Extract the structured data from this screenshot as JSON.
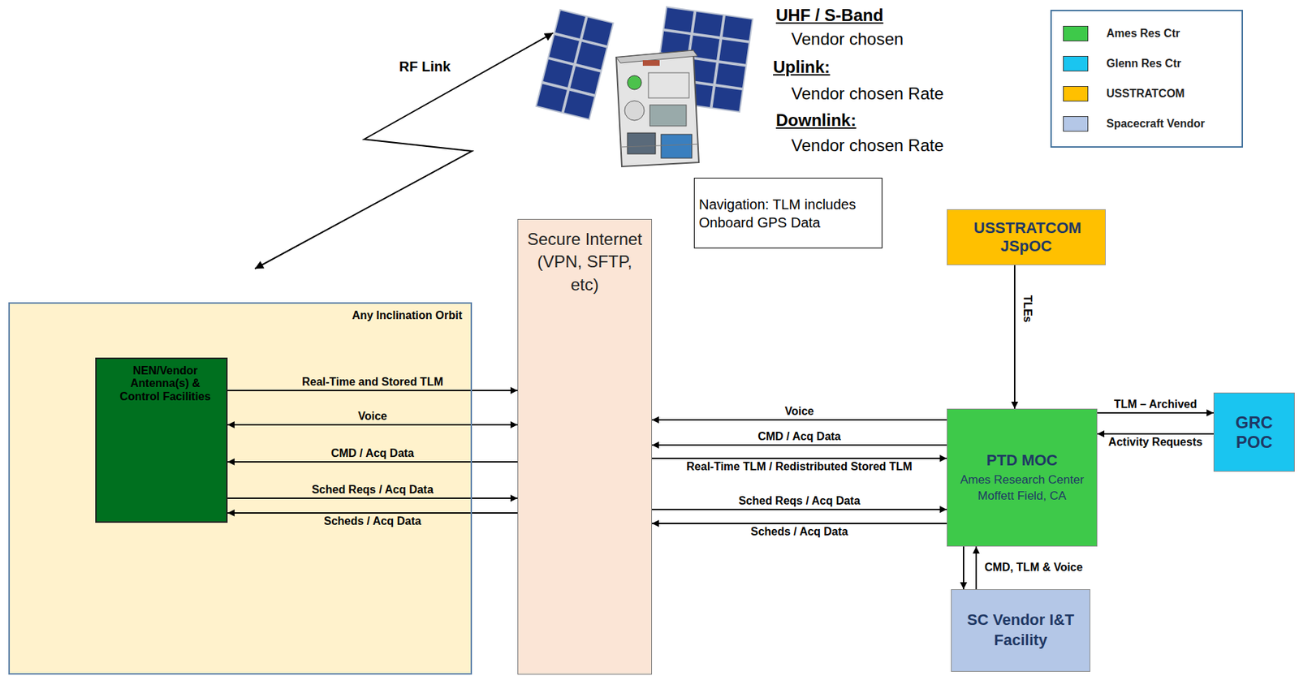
{
  "diagram": {
    "nodes": [
      {
        "text": [
          "Any Inclination Orbit"
        ]
      },
      {
        "text": [
          "NEN/Vendor Antenna(s) & Control Facilities"
        ],
        "in": 0
      },
      {
        "text": [
          "Secure Internet (VPN, SFTP, etc)"
        ]
      },
      {
        "text": [
          "USSTRATCOM JSpOC"
        ]
      },
      {
        "text": [
          "PTD MOC",
          "Ames Research Center Moffett Field, CA"
        ]
      },
      {
        "text": [
          "GRC POC"
        ]
      },
      {
        "text": [
          "SC Vendor I&T Facility"
        ]
      },
      {
        "text": [
          "Navigation: TLM includes Onboard GPS Data"
        ]
      }
    ],
    "edges": [
      {
        "from": 1,
        "to": 2,
        "arrow": "to",
        "label": "Real-Time and Stored TLM"
      },
      {
        "from": 1,
        "to": 2,
        "arrow": "both",
        "label": "Voice"
      },
      {
        "from": 2,
        "to": 1,
        "arrow": "to",
        "label": "CMD / Acq Data"
      },
      {
        "from": 1,
        "to": 2,
        "arrow": "to",
        "label": "Sched Reqs /  Acq Data"
      },
      {
        "from": 2,
        "to": 1,
        "arrow": "to",
        "label": "Scheds / Acq Data"
      },
      {
        "from": 4,
        "to": 2,
        "arrow": "to",
        "label": "Voice"
      },
      {
        "from": 4,
        "to": 2,
        "arrow": "to",
        "label": "CMD / Acq Data"
      },
      {
        "from": 2,
        "to": 4,
        "arrow": "to",
        "label": "Real-Time TLM / Redistributed Stored TLM"
      },
      {
        "from": 2,
        "to": 4,
        "arrow": "to",
        "label": "Sched Reqs /  Acq Data"
      },
      {
        "from": 4,
        "to": 2,
        "arrow": "to",
        "label": "Scheds / Acq Data"
      },
      {
        "from": 3,
        "to": 4,
        "arrow": "to",
        "label": "TLEs"
      },
      {
        "from": 4,
        "to": 5,
        "arrow": "to",
        "label": "TLM – Archived"
      },
      {
        "from": 5,
        "to": 4,
        "arrow": "to",
        "label": "Activity Requests"
      },
      {
        "from": 4,
        "to": 6,
        "arrow": "to"
      },
      {
        "from": 6,
        "to": 4,
        "arrow": "to",
        "label": "CMD, TLM & Voice"
      }
    ],
    "labels": [
      "RF Link",
      "UHF / S-Band",
      "Vendor chosen",
      "Uplink:",
      "Vendor chosen Rate",
      "Downlink:",
      "Vendor chosen Rate"
    ],
    "legend": [
      {
        "text": "Ames Res Ctr",
        "color": "#3ec94a"
      },
      {
        "text": "Glenn Res Ctr",
        "color": "#1ac5f0"
      },
      {
        "text": "USSTRATCOM",
        "color": "#ffc000"
      },
      {
        "text": "Spacecraft Vendor",
        "color": "#b4c7e7"
      }
    ]
  }
}
